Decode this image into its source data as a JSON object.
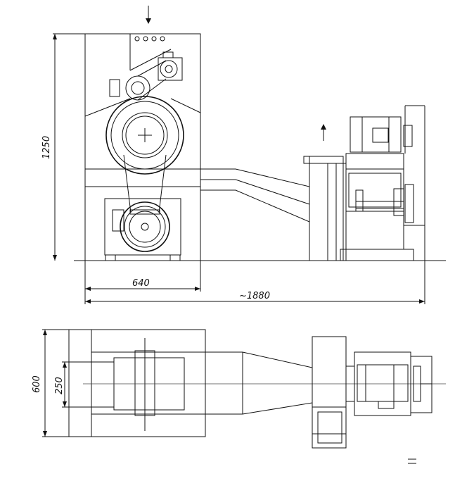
{
  "dimensions": {
    "height_front": "1250",
    "width_left": "640",
    "length_total": "~1880",
    "depth_plan": "600",
    "inner_plan": "250"
  },
  "colors": {
    "line": "#111111",
    "background": "#ffffff"
  }
}
